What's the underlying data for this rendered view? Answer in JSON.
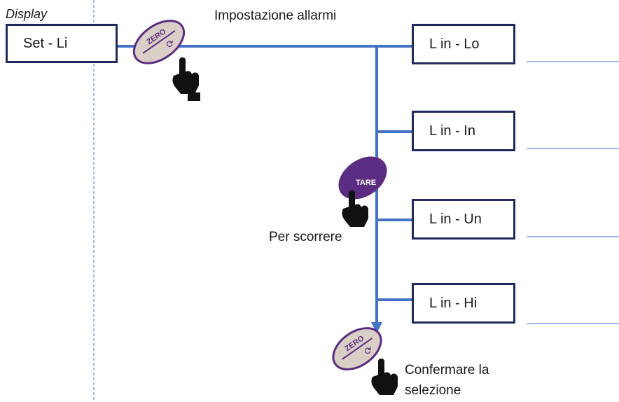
{
  "display_label": "Display",
  "title": "Impostazione allarmi",
  "start_box": "Set - Li",
  "options": [
    "L in - Lo",
    "L in - In",
    "L in - Un",
    "L in - Hi"
  ],
  "scroll_note": "Per scorrere",
  "confirm_note": [
    "Confermare la",
    "selezione"
  ],
  "buttons": {
    "zero": "ZERO",
    "tare": "TARE"
  },
  "colors": {
    "line": "#4472c4",
    "box_border": "#1f2b5c",
    "zero_fill": "#d9cfc6",
    "zero_border": "#5b2d82",
    "tare_fill": "#5a2d82"
  }
}
